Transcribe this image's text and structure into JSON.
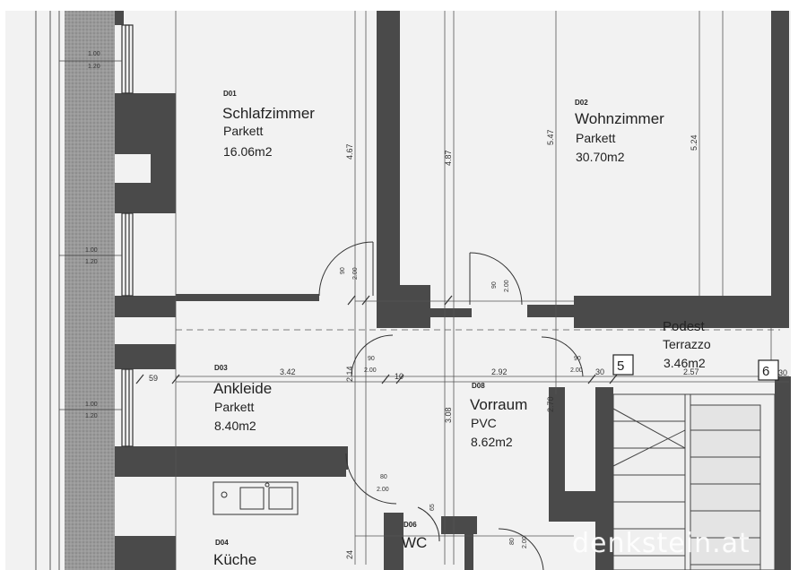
{
  "rooms": [
    {
      "id": "schlafzimmer",
      "code": "D01",
      "name": "Schlafzimmer",
      "floor": "Parkett",
      "area": "16.06m2"
    },
    {
      "id": "wohnzimmer",
      "code": "D02",
      "name": "Wohnzimmer",
      "floor": "Parkett",
      "area": "30.70m2"
    },
    {
      "id": "ankleide",
      "code": "D03",
      "name": "Ankleide",
      "floor": "Parkett",
      "area": "8.40m2"
    },
    {
      "id": "vorraum",
      "code": "D08",
      "name": "Vorraum",
      "floor": "PVC",
      "area": "8.62m2"
    },
    {
      "id": "podest",
      "code": "",
      "name": "Podest",
      "floor": "Terrazzo",
      "area": "3.46m2"
    },
    {
      "id": "wc",
      "code": "D06",
      "name": "WC",
      "floor": "",
      "area": ""
    },
    {
      "id": "kueche",
      "code": "D04",
      "name": "Küche",
      "floor": "",
      "area": ""
    }
  ],
  "dimensions": {
    "d467": "4.67",
    "d487": "4.87",
    "d547": "5.47",
    "d524": "5.24",
    "d59": "59",
    "d342": "3.42",
    "d10": "10",
    "d292": "2.92",
    "d30a": "30",
    "d257": "2.57",
    "d30b": "30",
    "d308": "3.08",
    "d270": "2.70",
    "d214": "2.14",
    "d24": "24",
    "door90a": "90",
    "door200a": "2.00",
    "door90b": "90",
    "door200b": "2.00",
    "door90c": "90",
    "door200c": "2.00",
    "door90d": "90",
    "door200d": "2.00",
    "door80a": "80",
    "door200e": "2.00",
    "door65": "65",
    "door80b": "80",
    "door200f": "2.00",
    "win100a": "1.00",
    "win120a": "1.20",
    "win100b": "1.00",
    "win120b": "1.20",
    "win100c": "1.00",
    "win120c": "1.20"
  },
  "stair_numbers": {
    "five": "5",
    "six": "6"
  },
  "watermark": "denkstein.at"
}
